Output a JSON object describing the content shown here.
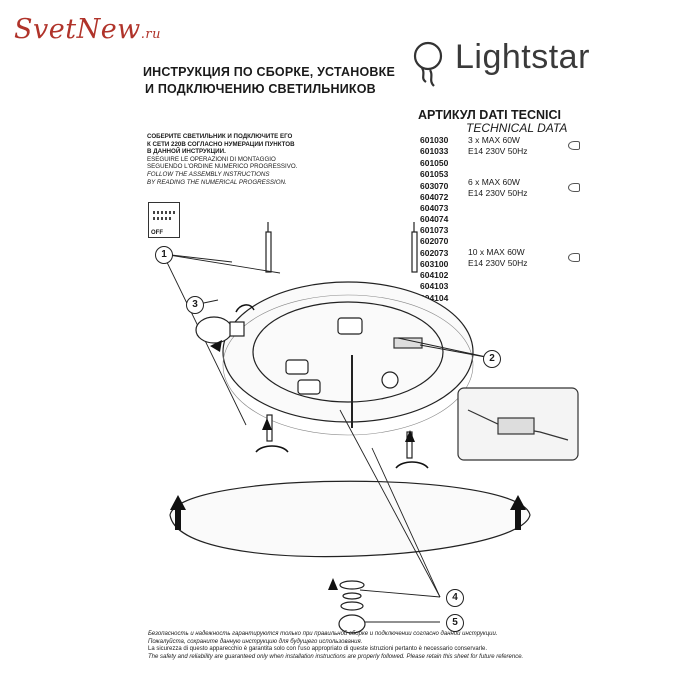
{
  "watermark": {
    "text": "SvetNew",
    "suffix": ".ru"
  },
  "brand": {
    "name": "Lightstar",
    "icon": "lightbulb-icon"
  },
  "header": {
    "title_line1": "ИНСТРУКЦИЯ ПО СБОРКЕ, УСТАНОВКЕ",
    "title_line2": "И ПОДКЛЮЧЕНИЮ СВЕТИЛЬНИКОВ"
  },
  "article": {
    "heading": "АРТИКУЛ DATI TECNICI",
    "subheading": "TECHNICAL DATA"
  },
  "instructions": {
    "ru_line1": "СОБЕРИТЕ СВЕТИЛЬНИК И ПОДКЛЮЧИТЕ ЕГО",
    "ru_line2": "К СЕТИ 220В СОГЛАСНО НУМЕРАЦИИ ПУНКТОВ",
    "ru_line3": "В ДАННОЙ ИНСТРУКЦИИ.",
    "it_line1": "ESEGUIRE LE OPERAZIONI DI MONTAGGIO",
    "it_line2": "SEGUENDO L'ORDINE NUMERICO PROGRESSIVO.",
    "en_line1": "FOLLOW THE ASSEMBLY INSTRUCTIONS",
    "en_line2": "BY READING THE NUMERICAL PROGRESSION."
  },
  "switch_label": "OFF",
  "tech_groups": [
    {
      "codes": [
        "601030",
        "601033"
      ],
      "spec_line1": "3 x MAX 60W",
      "spec_line2": "E14 230V 50Hz"
    },
    {
      "codes": [
        "601050",
        "601053",
        "603070",
        "604072",
        "604073",
        "604074"
      ],
      "spec_line1": "6 x MAX 60W",
      "spec_line2": "E14 230V 50Hz"
    },
    {
      "codes": [
        "601073",
        "602070",
        "602073",
        "603100",
        "604102",
        "604103",
        "604104"
      ],
      "spec_line1": "10 x MAX 60W",
      "spec_line2": "E14 230V 50Hz"
    }
  ],
  "steps": [
    "1",
    "2",
    "3",
    "4",
    "5"
  ],
  "footer": {
    "ru_line1": "Безопасность и надежность гарантируются только при правильной сборке и подключении согласно данной инструкции.",
    "ru_line2": "Пожалуйста, сохраните данную инструкцию для будущего использования.",
    "it_line": "La sicurezza di questo apparecchio è garantita solo con l'uso appropriato di queste istruzioni pertanto è necessario conservarle.",
    "en_line": "The safety and reliability are guaranteed only when installation instructions are properly followed. Please retain this sheet for future reference."
  }
}
